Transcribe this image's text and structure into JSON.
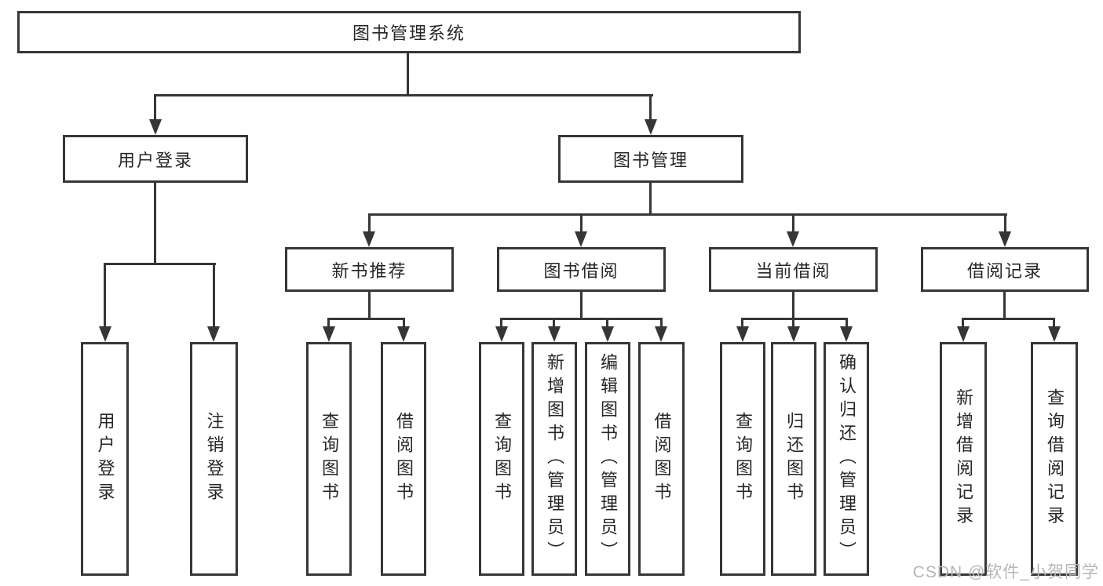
{
  "diagram": {
    "type": "hierarchy-tree",
    "colors": {
      "line": "#363636",
      "text": "#262626",
      "background": "#ffffff",
      "watermark": "#b6b6b6"
    },
    "nodes": {
      "root": "图书管理系统",
      "level2": [
        "用户登录",
        "图书管理"
      ],
      "level3": [
        "新书推荐",
        "图书借阅",
        "当前借阅",
        "借阅记录"
      ],
      "leaves_user_login": [
        "用户登录",
        "注销登录"
      ],
      "leaves_new_book": [
        "查询图书",
        "借阅图书"
      ],
      "leaves_book_borrow": [
        "查询图书",
        "新增图书（管理员）",
        "编辑图书（管理员）",
        "借阅图书"
      ],
      "leaves_current_borrow": [
        "查询图书",
        "归还图书",
        "确认归还（管理员）"
      ],
      "leaves_borrow_records": [
        "新增借阅记录",
        "查询借阅记录"
      ]
    },
    "watermark": "CSDN @软件_小贺同学"
  }
}
